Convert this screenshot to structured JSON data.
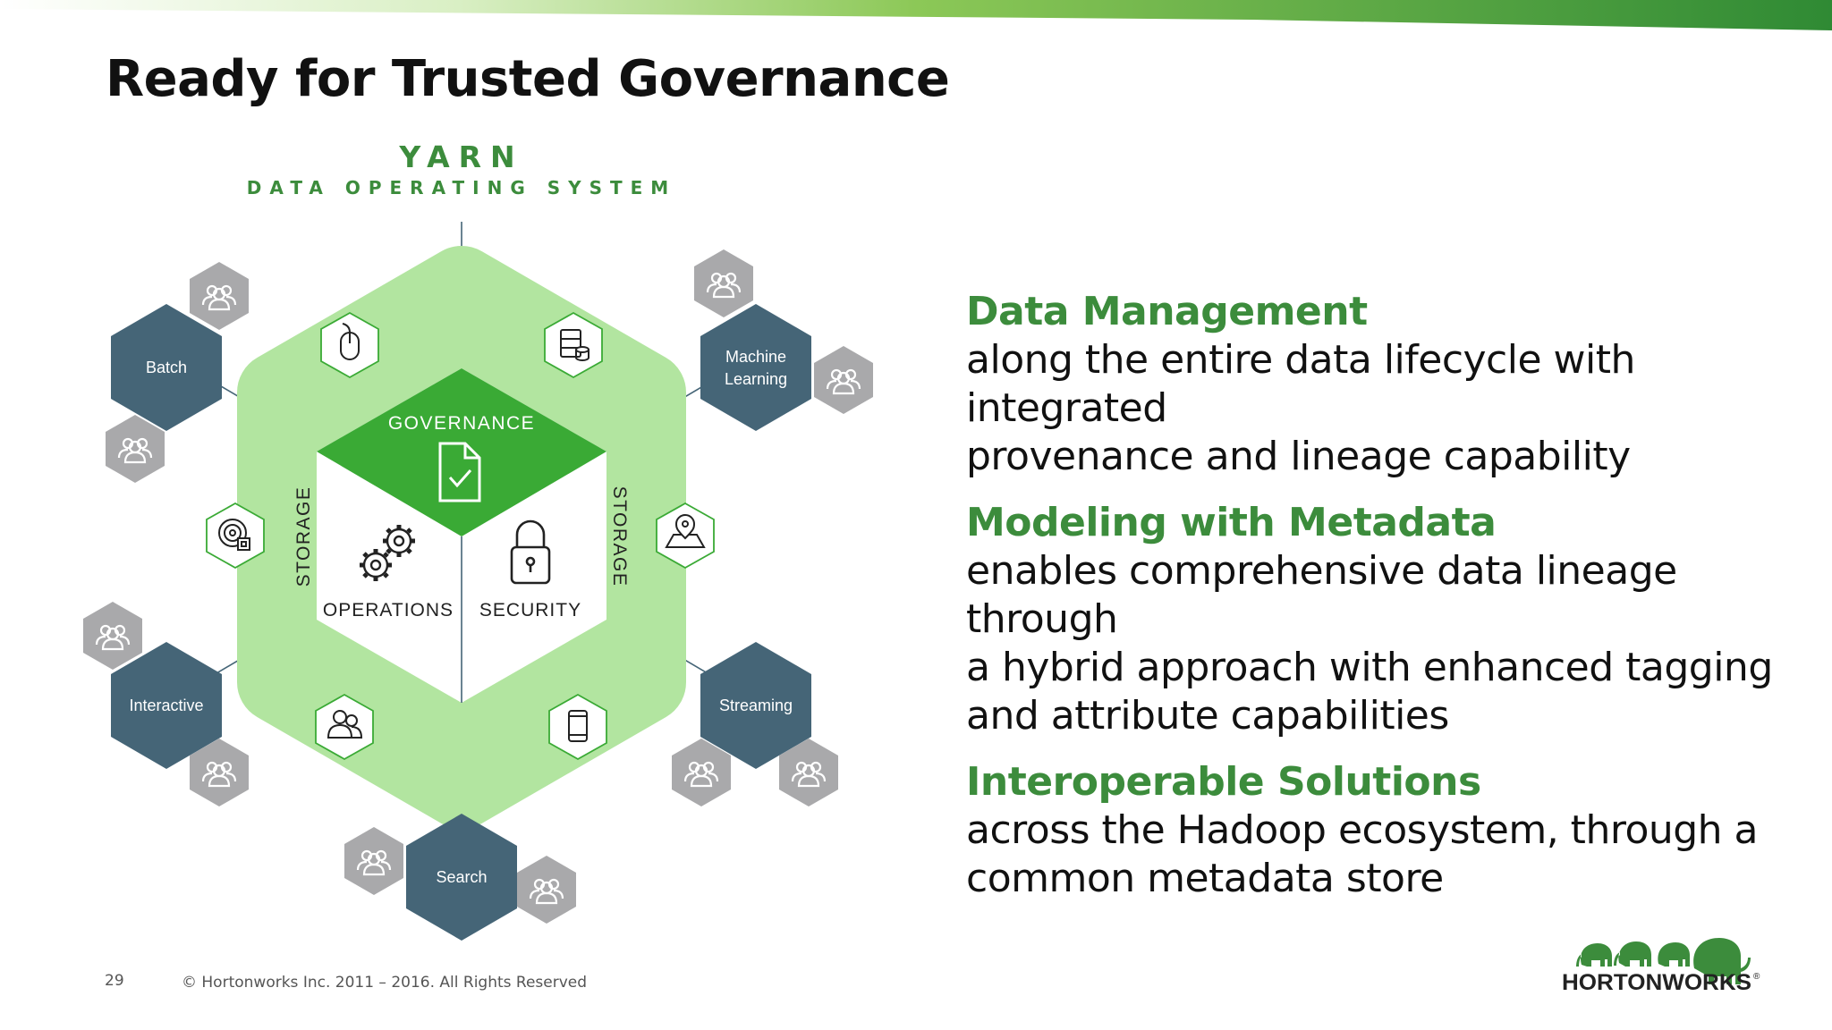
{
  "slide": {
    "title": "Ready for Trusted Governance",
    "page_number": "29",
    "copyright": "© Hortonworks Inc. 2011 – 2016. All Rights Reserved",
    "logo_text": "HORTONWORKS",
    "logo_mark": "®"
  },
  "diagram": {
    "yarn": "YARN",
    "subtitle": "DATA OPERATING SYSTEM",
    "governance": "GOVERNANCE",
    "operations": "OPERATIONS",
    "security": "SECURITY",
    "storage_left": "STORAGE",
    "storage_right": "STORAGE",
    "workloads": [
      "Batch",
      "Machine",
      "Learning",
      "Interactive",
      "Streaming",
      "Search"
    ]
  },
  "points": [
    {
      "heading": "Data Management",
      "body": "along the entire data lifecycle with integrated\nprovenance and lineage capability"
    },
    {
      "heading": "Modeling with Metadata",
      "body": "enables comprehensive data lineage through\na hybrid approach with enhanced tagging\nand attribute capabilities"
    },
    {
      "heading": "Interoperable Solutions",
      "body": "across the Hadoop ecosystem, through a\ncommon metadata store"
    }
  ],
  "colors": {
    "green": "#3c8c3c",
    "governance_green": "#3aaa35",
    "light_green": "#b2e5a0",
    "mid_green": "#a7df93",
    "hex_blue": "#456577",
    "hex_gray": "#a9a9ab"
  },
  "icons": [
    "people-icon",
    "mouse-icon",
    "database-icon",
    "document-check-icon",
    "gears-icon",
    "lock-icon",
    "target-icon",
    "map-pin-icon",
    "users-icon",
    "phone-icon",
    "elephant-icon"
  ]
}
